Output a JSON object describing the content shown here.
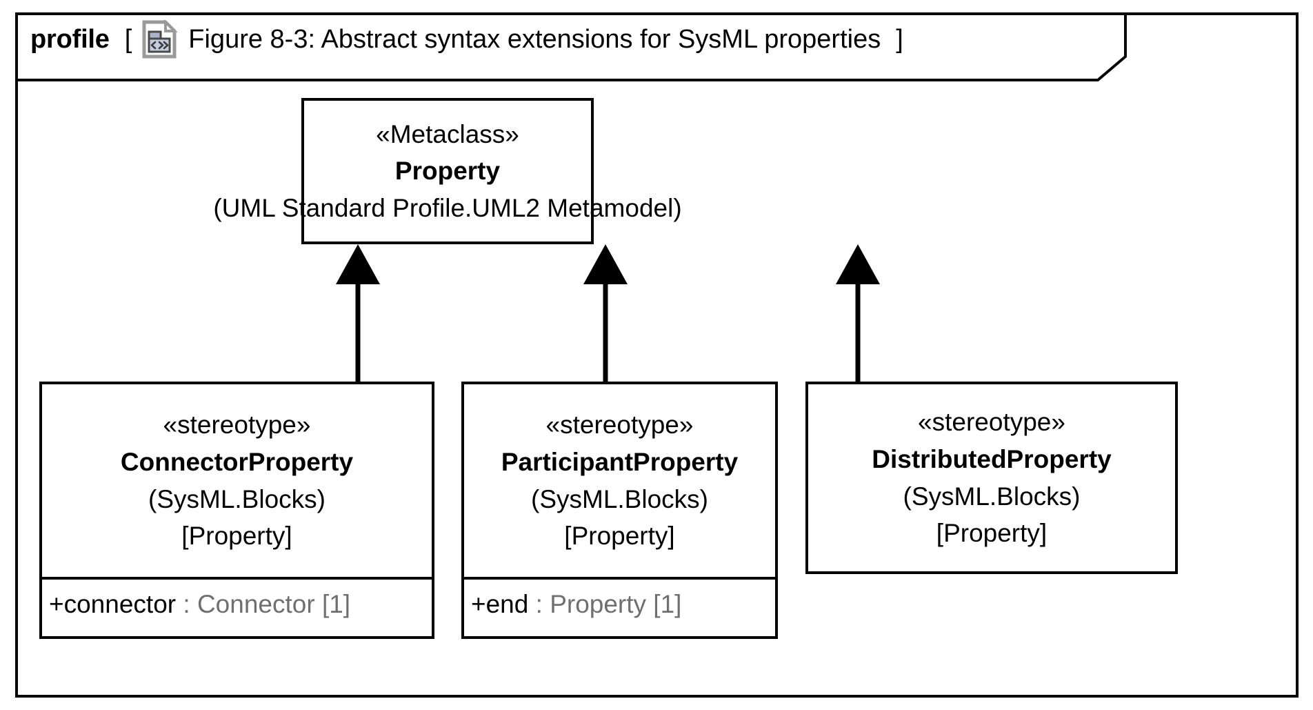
{
  "frame": {
    "keyword": "profile",
    "bracket_open": "[",
    "bracket_close": "]",
    "icon": "diagram-document-icon",
    "title": "Figure 8-3: Abstract syntax extensions for SysML properties"
  },
  "diagram": {
    "type": "uml-profile-diagram",
    "colors": {
      "line": "#000000",
      "background": "#ffffff",
      "attribute_type_text": "#6f6f6f",
      "icon_outline": "#808080",
      "icon_fill": "#b0b8cc"
    },
    "nodes": [
      {
        "id": "property",
        "stereotype": "«Metaclass»",
        "name": "Property",
        "qualifier": "(UML Standard Profile.UML2 Metamodel)",
        "base": null,
        "attributes": []
      },
      {
        "id": "connectorproperty",
        "stereotype": "«stereotype»",
        "name": "ConnectorProperty",
        "qualifier": "(SysML.Blocks)",
        "base": "[Property]",
        "attributes": [
          {
            "visibility_and_name": "+connector",
            "separator": " : ",
            "type_and_multiplicity": "Connector [1]"
          }
        ]
      },
      {
        "id": "participantproperty",
        "stereotype": "«stereotype»",
        "name": "ParticipantProperty",
        "qualifier": "(SysML.Blocks)",
        "base": "[Property]",
        "attributes": [
          {
            "visibility_and_name": "+end",
            "separator": " : ",
            "type_and_multiplicity": "Property [1]"
          }
        ]
      },
      {
        "id": "distributedproperty",
        "stereotype": "«stereotype»",
        "name": "DistributedProperty",
        "qualifier": "(SysML.Blocks)",
        "base": "[Property]",
        "attributes": []
      }
    ],
    "edges": [
      {
        "kind": "generalization",
        "from": "connectorproperty",
        "to": "property",
        "arrowhead": "filled-triangle"
      },
      {
        "kind": "generalization",
        "from": "participantproperty",
        "to": "property",
        "arrowhead": "filled-triangle"
      },
      {
        "kind": "generalization",
        "from": "distributedproperty",
        "to": "property",
        "arrowhead": "filled-triangle"
      }
    ]
  }
}
